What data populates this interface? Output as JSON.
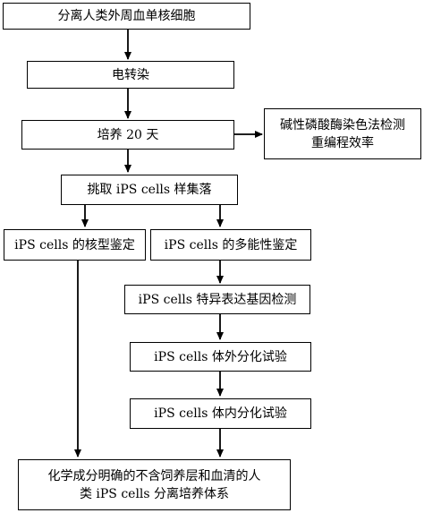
{
  "flowchart": {
    "nodes": {
      "isolate_pbmc": "分离人类外周血单核细胞",
      "electroporation": "电转染",
      "culture_20_days": "培养 20 天",
      "ap_staining_line1": "碱性磷酸酶染色法检测",
      "ap_staining_line2": "重编程效率",
      "pick_colonies": "挑取 iPS cells 样集落",
      "karyotype": "iPS cells 的核型鉴定",
      "pluripotency": "iPS cells 的多能性鉴定",
      "gene_expression": "iPS cells 特异表达基因检测",
      "in_vitro_diff": "iPS cells 体外分化试验",
      "in_vivo_diff": "iPS cells 体内分化试验",
      "system_line1": "化学成分明确的不含饲养层和血清的人",
      "system_line2": "类 iPS cells 分离培养体系"
    }
  }
}
